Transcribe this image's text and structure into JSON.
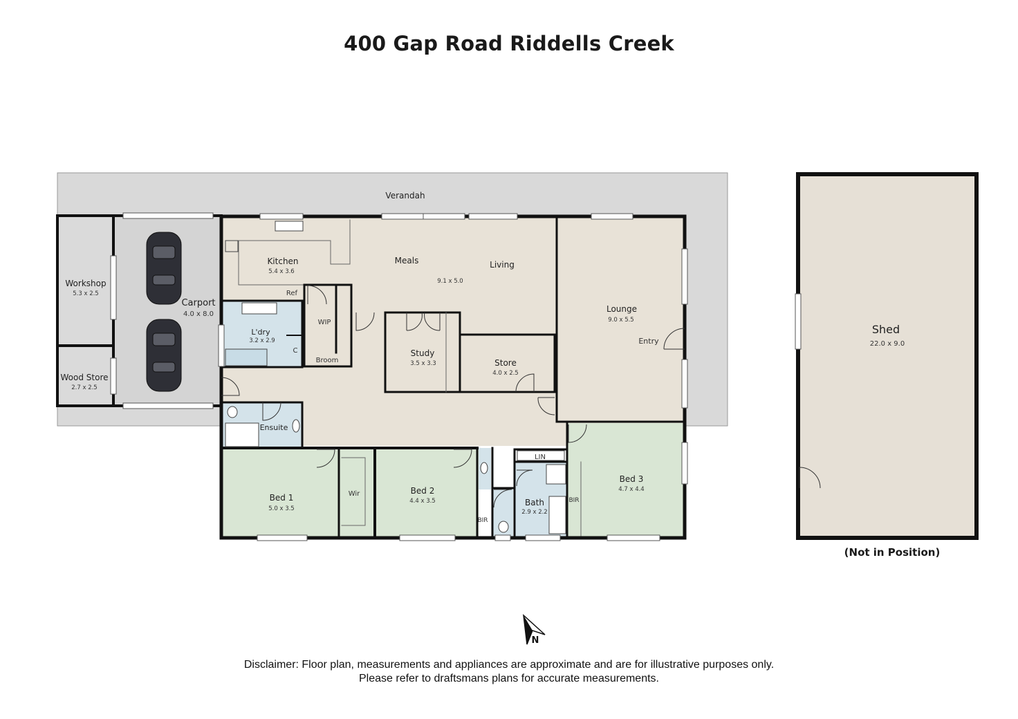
{
  "title": "400 Gap Road Riddells Creek",
  "colors": {
    "verandah": "#d9d9d9",
    "workshop": "#dadada",
    "carport": "#d4d4d4",
    "living": "#e8e2d7",
    "wet_area": "#d4e3ea",
    "bedroom": "#d9e6d4",
    "shed": "#e6e0d6",
    "wall": "#111111"
  },
  "rooms": {
    "verandah": {
      "name": "Verandah"
    },
    "workshop": {
      "name": "Workshop",
      "dims": "5.3 x 2.5"
    },
    "wood_store": {
      "name": "Wood Store",
      "dims": "2.7 x 2.5"
    },
    "carport": {
      "name": "Carport",
      "dims": "4.0 x 8.0"
    },
    "kitchen": {
      "name": "Kitchen",
      "dims": "5.4 x 3.6"
    },
    "ref": {
      "name": "Ref"
    },
    "meals": {
      "name": "Meals"
    },
    "living": {
      "name": "Living",
      "dims": "9.1 x 5.0"
    },
    "wip": {
      "name": "WIP"
    },
    "broom": {
      "name": "Broom"
    },
    "laundry": {
      "name": "L'dry",
      "dims": "3.2 x 2.9"
    },
    "linen_c": {
      "name": "C"
    },
    "study": {
      "name": "Study",
      "dims": "3.5 x 3.3"
    },
    "store": {
      "name": "Store",
      "dims": "4.0 x 2.5"
    },
    "lounge": {
      "name": "Lounge",
      "dims": "9.0 x 5.5"
    },
    "entry": {
      "name": "Entry"
    },
    "ensuite": {
      "name": "Ensuite"
    },
    "bed1": {
      "name": "Bed 1",
      "dims": "5.0 x 3.5"
    },
    "wir": {
      "name": "Wir"
    },
    "bed2": {
      "name": "Bed 2",
      "dims": "4.4 x 3.5"
    },
    "bir2": {
      "name": "BIR"
    },
    "lin": {
      "name": "LIN"
    },
    "bath": {
      "name": "Bath",
      "dims": "2.9 x 2.2"
    },
    "bir3": {
      "name": "BIR"
    },
    "bed3": {
      "name": "Bed 3",
      "dims": "4.7 x 4.4"
    },
    "shed": {
      "name": "Shed",
      "dims": "22.0 x 9.0"
    }
  },
  "shed_note": "(Not in Position)",
  "compass": {
    "label": "N",
    "icon": "north-arrow-icon"
  },
  "disclaimer": {
    "line1": "Disclaimer: Floor plan, measurements and appliances are approximate and are for illustrative purposes only.",
    "line2": "Please refer to draftsmans plans for accurate measurements."
  }
}
